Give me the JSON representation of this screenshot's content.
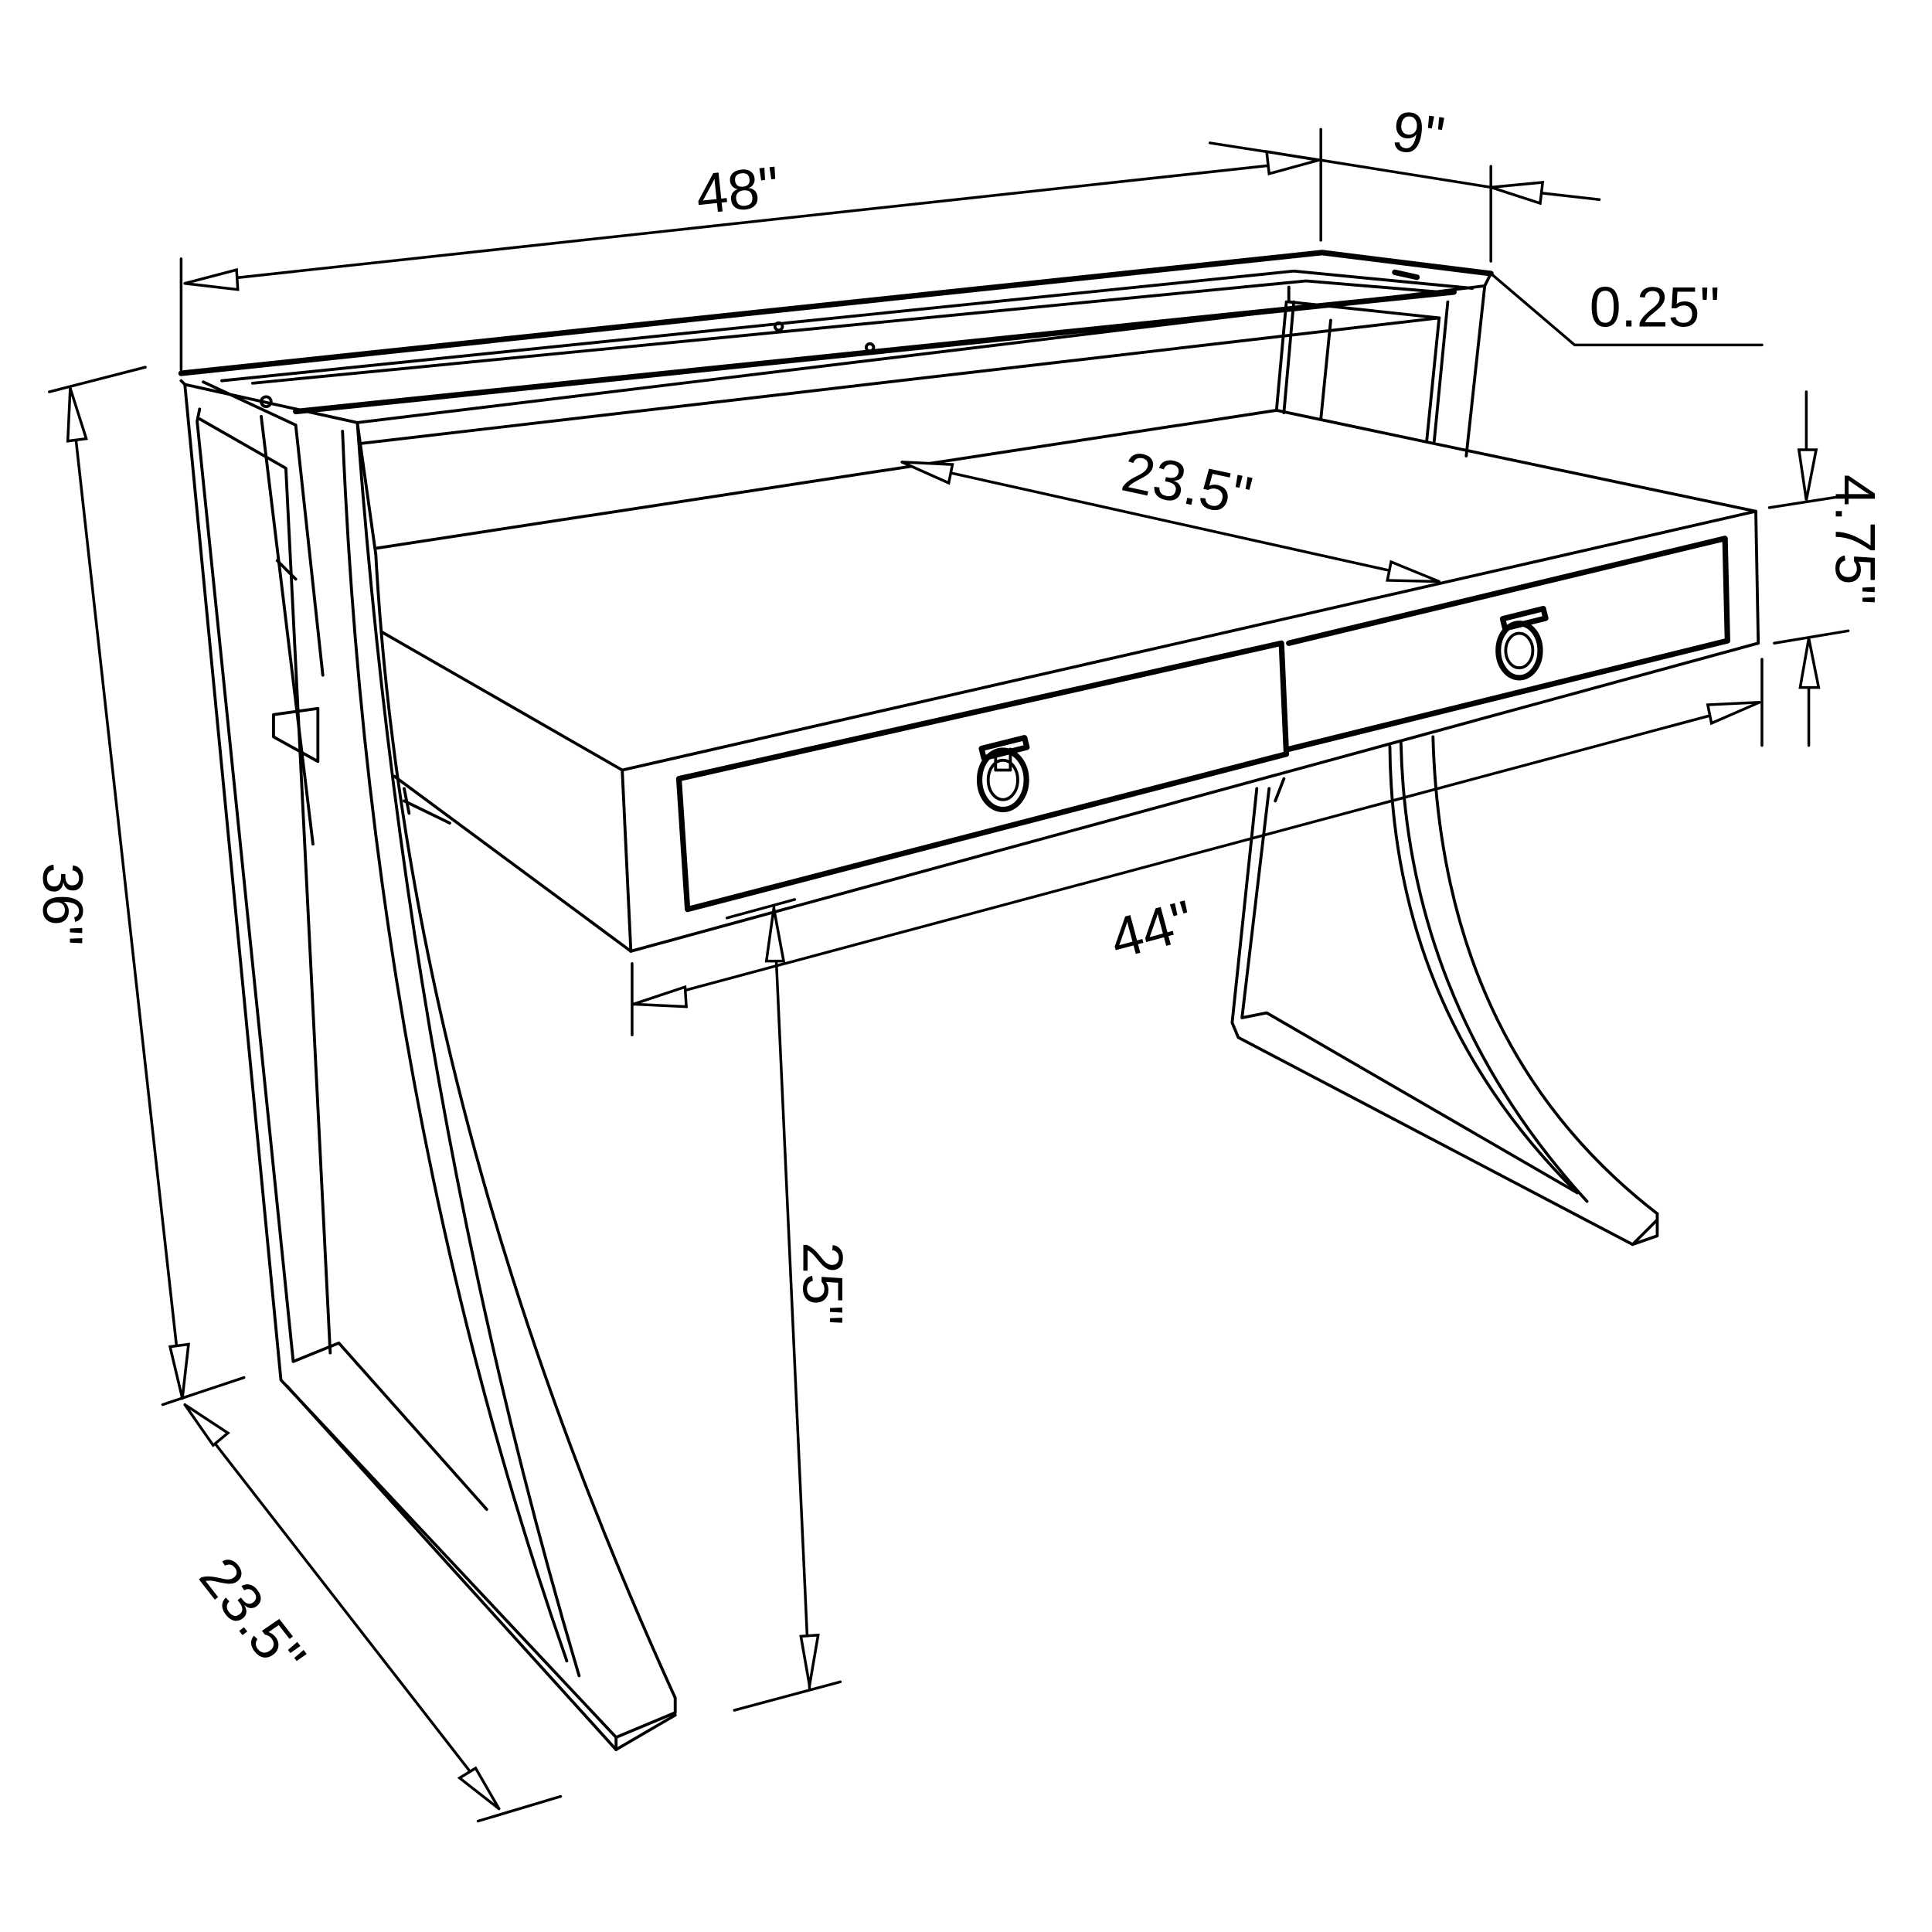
{
  "diagram": {
    "subject": "Writing desk with two drawers — dimension drawing",
    "background_color": "#ffffff",
    "line_color": "#000000",
    "dimensions": {
      "overall_width": "48\"",
      "shelf_depth": "9\"",
      "top_thickness": "0.25\"",
      "desk_depth_top": "23.5\"",
      "apron_height": "4.75\"",
      "drawer_width": "44\"",
      "overall_height": "36\"",
      "knee_clearance": "25\"",
      "base_depth": "23.5\""
    },
    "components": {
      "drawers": 2,
      "drawer_pull": "ring-pull-icon"
    }
  }
}
